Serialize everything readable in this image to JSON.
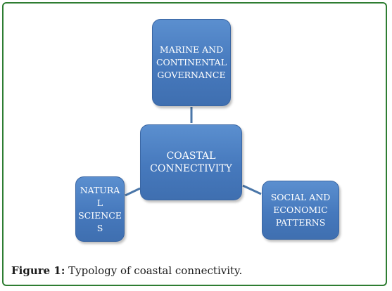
{
  "diagram": {
    "nodes": {
      "top": {
        "label": "MARINE AND\nCONTINENTAL\nGOVERNANCE"
      },
      "center": {
        "label": "COASTAL\nCONNECTIVITY"
      },
      "left": {
        "label": "NATURA\nL\nSCIENCE\nS"
      },
      "right": {
        "label": "SOCIAL AND\nECONOMIC\nPATTERNS"
      }
    },
    "connector_color": "#4a76a8",
    "box_color": "#4a7ec2",
    "frame_color": "#2e7d32"
  },
  "caption": {
    "label": "Figure 1:",
    "text": " Typology of coastal connectivity."
  }
}
